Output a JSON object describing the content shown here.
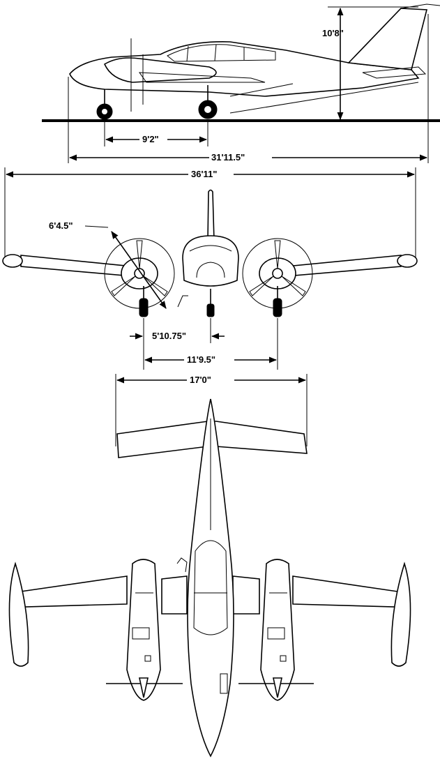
{
  "dimensions": {
    "side_height": "10'8\"",
    "side_wheelbase": "9'2\"",
    "side_length": "31'11.5\"",
    "front_span": "36'11\"",
    "front_prop_diameter": "6'4.5\"",
    "front_nose_to_main": "5'10.75\"",
    "front_main_track": "11'9.5\"",
    "tail_span": "17'0\""
  },
  "colors": {
    "ink": "#000000",
    "paper": "#ffffff"
  }
}
